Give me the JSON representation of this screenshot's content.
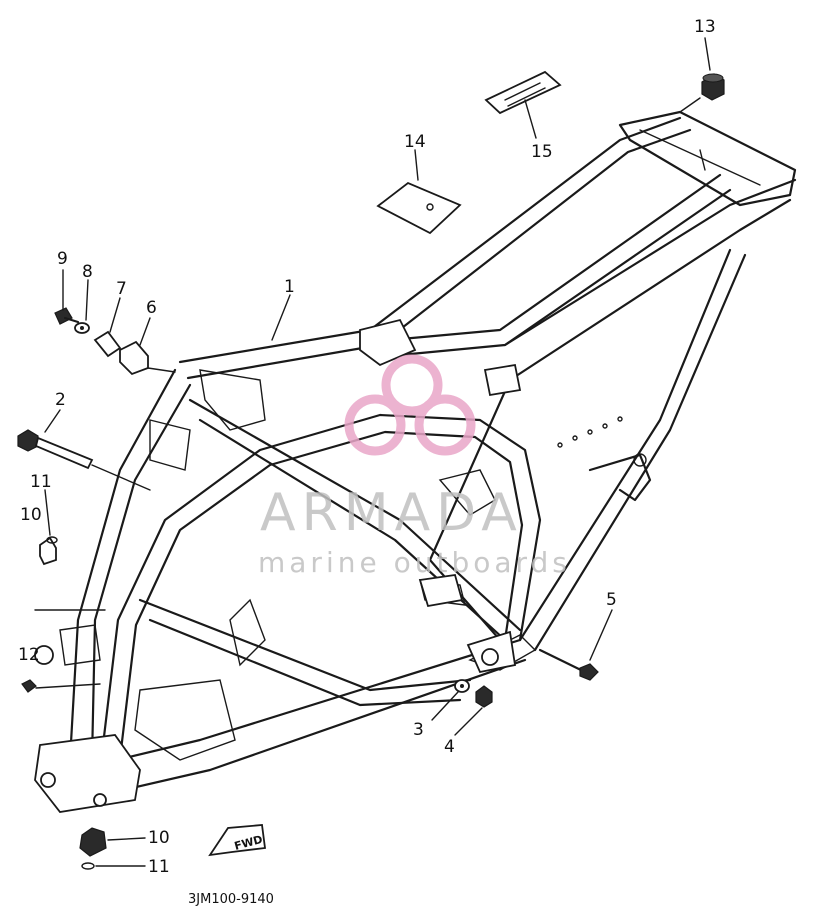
{
  "callouts": {
    "c1": "1",
    "c2": "2",
    "c3": "3",
    "c4": "4",
    "c5": "5",
    "c6": "6",
    "c7": "7",
    "c8": "8",
    "c9": "9",
    "c10a": "10",
    "c10b": "10",
    "c11a": "11",
    "c11b": "11",
    "c12": "12",
    "c13": "13",
    "c14": "14",
    "c15": "15"
  },
  "fwd_label": "FWD",
  "diagram_code": "3JM100-9140",
  "watermark": {
    "brand": "ARMADA",
    "tagline": "marine outboards",
    "logo_color": "#e9a6c8",
    "text_color": "#c0c0c0"
  }
}
